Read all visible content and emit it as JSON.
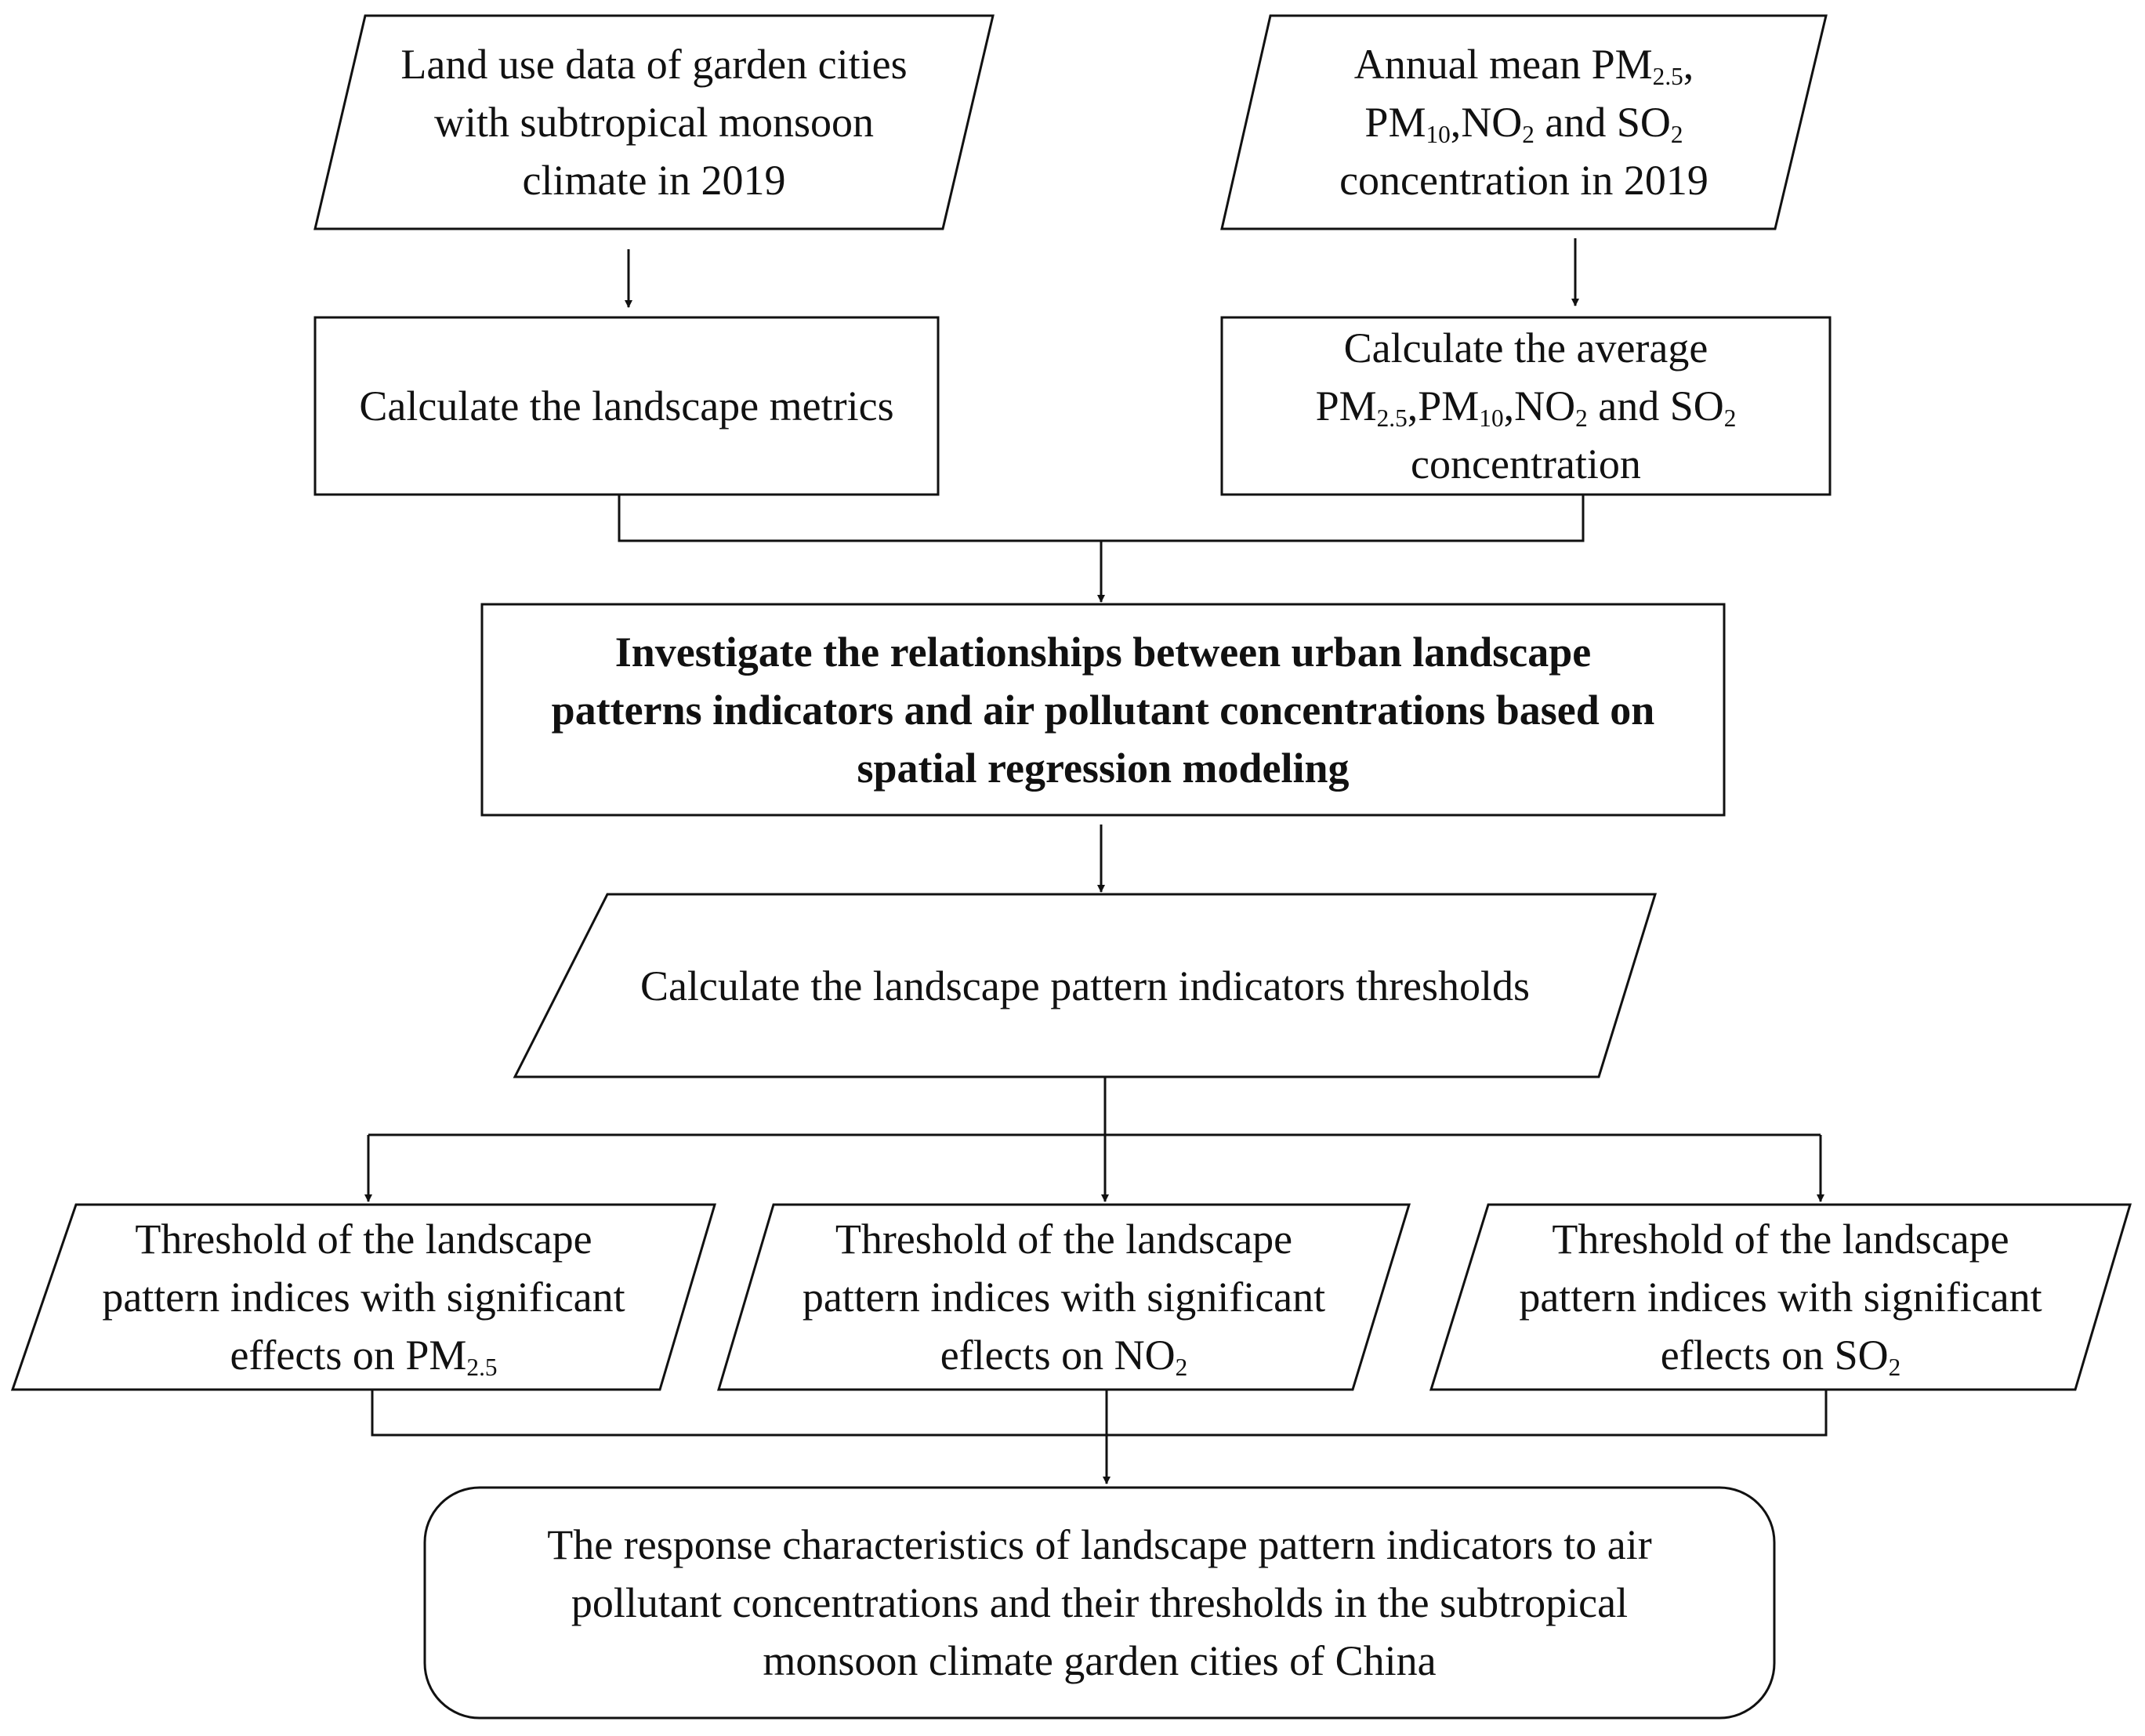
{
  "nodes": {
    "land_use": {
      "lines": [
        [
          "Land use data of garden cities"
        ],
        [
          "with subtropical monsoon"
        ],
        [
          "climate in 2019"
        ]
      ]
    },
    "annual_mean": {
      "lines": [
        [
          "Annual mean PM",
          {
            "sub": "2.5"
          },
          ","
        ],
        [
          "PM",
          {
            "sub": "10"
          },
          ",NO",
          {
            "sub": "2"
          },
          " and SO",
          {
            "sub": "2"
          }
        ],
        [
          "concentration in 2019"
        ]
      ]
    },
    "calc_metrics": {
      "lines": [
        [
          "Calculate the landscape metrics"
        ]
      ]
    },
    "calc_average": {
      "lines": [
        [
          "Calculate the average"
        ],
        [
          "PM",
          {
            "sub": "2.5"
          },
          ",PM",
          {
            "sub": "10"
          },
          ",NO",
          {
            "sub": "2"
          },
          " and SO",
          {
            "sub": "2"
          }
        ],
        [
          "concentration"
        ]
      ]
    },
    "investigate": {
      "lines": [
        [
          "Investigate the relationships between urban landscape"
        ],
        [
          "patterns indicators and air pollutant concentrations based on"
        ],
        [
          "spatial regression modeling"
        ]
      ]
    },
    "thresholds": {
      "lines": [
        [
          "Calculate the landscape pattern indicators thresholds"
        ]
      ]
    },
    "pm25": {
      "lines": [
        [
          "Threshold of the landscape"
        ],
        [
          "pattern indices with significant"
        ],
        [
          "effects on PM",
          {
            "sub": "2.5"
          }
        ]
      ]
    },
    "no2": {
      "lines": [
        [
          "Threshold of the landscape"
        ],
        [
          "pattern indices with significant"
        ],
        [
          "eflects on NO",
          {
            "sub": "2"
          }
        ]
      ]
    },
    "so2": {
      "lines": [
        [
          "Threshold of the landscape"
        ],
        [
          "pattern indices with significant"
        ],
        [
          "eflects on SO",
          {
            "sub": "2"
          }
        ]
      ]
    },
    "response": {
      "lines": [
        [
          "The response characteristics of landscape pattern indicators to air"
        ],
        [
          "pollutant concentrations and their thresholds in the subtropical"
        ],
        [
          "monsoon climate garden cities of China"
        ]
      ]
    }
  }
}
